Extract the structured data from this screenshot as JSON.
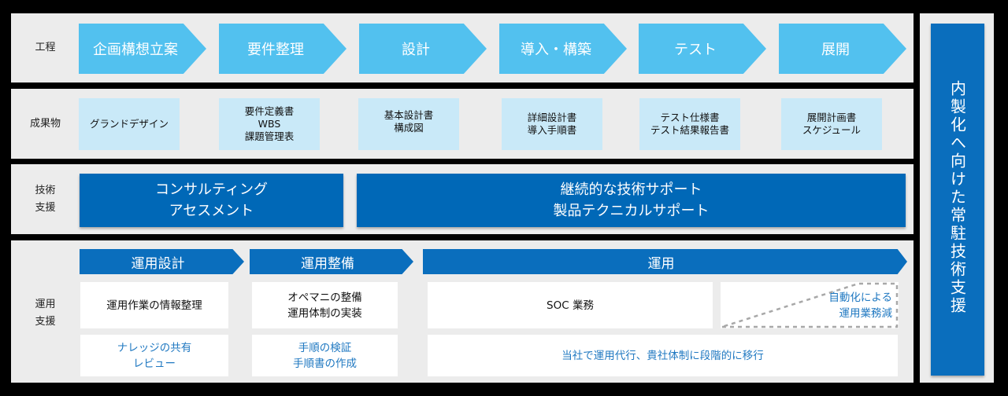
{
  "rows": {
    "process": "工程",
    "deliverables": "成果物",
    "tech_support": [
      "技術",
      "支援"
    ],
    "ops_support": [
      "運用",
      "支援"
    ]
  },
  "phases": [
    "企画構想立案",
    "要件整理",
    "設計",
    "導入・構築",
    "テスト",
    "展開"
  ],
  "deliverables": [
    [
      "グランドデザイン"
    ],
    [
      "要件定義書",
      "WBS",
      "課題管理表"
    ],
    [
      "基本設計書",
      "構成図"
    ],
    [
      "詳細設計書",
      "導入手順書"
    ],
    [
      "テスト仕様書",
      "テスト結果報告書"
    ],
    [
      "展開計画書",
      "スケジュール"
    ]
  ],
  "tech": {
    "left": [
      "コンサルティング",
      "アセスメント"
    ],
    "right": [
      "継続的な技術サポート",
      "製品テクニカルサポート"
    ]
  },
  "ops": {
    "phases": [
      "運用設計",
      "運用整備",
      "運用"
    ],
    "row1": {
      "a": "運用作業の情報整理",
      "b": [
        "オペマニの整備",
        "運用体制の実装"
      ],
      "c": "SOC 業務",
      "d": [
        "自動化による",
        "運用業務減"
      ]
    },
    "row2": {
      "a": [
        "ナレッジの共有",
        "レビュー"
      ],
      "b": [
        "手順の検証",
        "手順書の作成"
      ],
      "c": "当社で運用代行、貴社体制に段階的に移行"
    }
  },
  "side": "内製化へ向けた常駐技術支援",
  "colors": {
    "phase": "#52c1ef",
    "deliverable": "#c9e9f8",
    "tech": "#0068b7",
    "ops": "#0a6ebd",
    "text_blue": "#1f78c1"
  }
}
